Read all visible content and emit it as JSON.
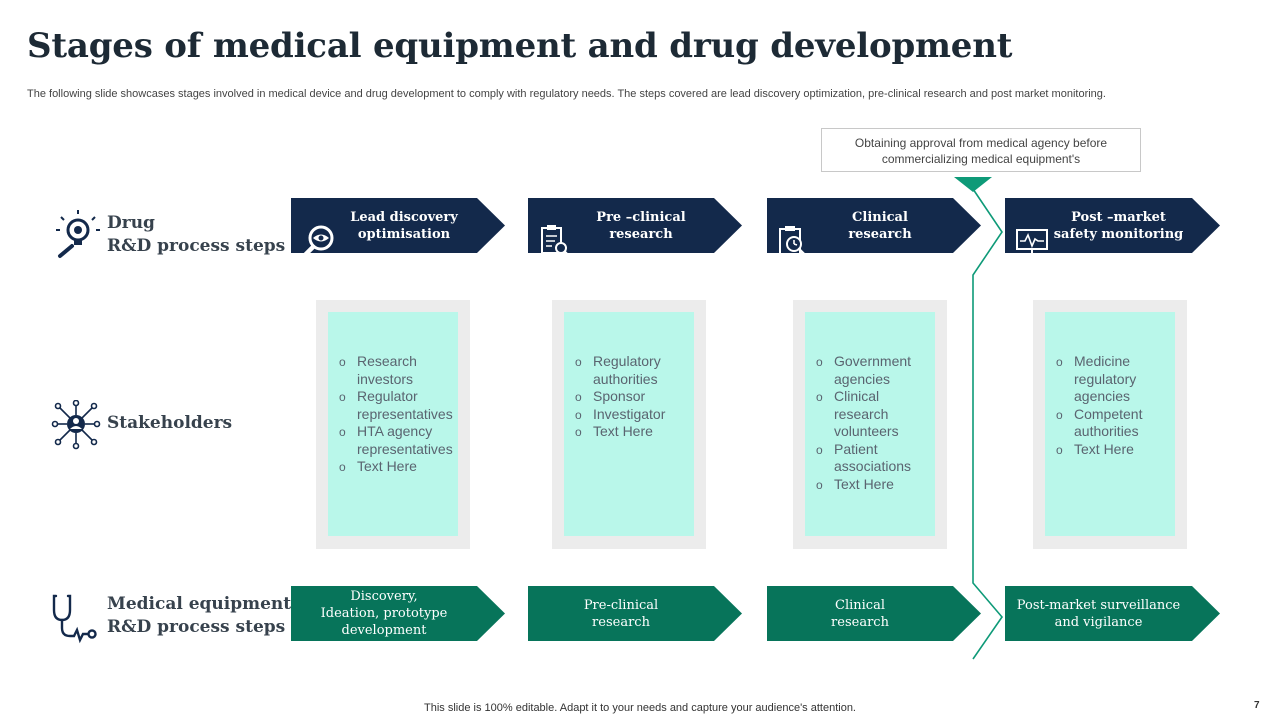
{
  "slide": {
    "title": "Stages of medical equipment and drug development",
    "subtitle": "The following slide showcases stages involved in medical device and drug development to comply with regulatory needs. The steps covered are lead discovery optimization, pre-clinical research and post market monitoring.",
    "callout": "Obtaining approval  from medical agency before commercializing medical equipment's",
    "footer": "This slide is 100% editable. Adapt it to your needs and capture your audience's attention.",
    "page_number": "7"
  },
  "rows": {
    "drug_label": "Drug\nR&D process steps",
    "stakeholders_label": "Stakeholders",
    "medical_label": "Medical equipment\nR&D process steps"
  },
  "drug_steps": [
    {
      "label": "Lead discovery\noptimisation",
      "icon": "magnifier-eye-icon"
    },
    {
      "label": "Pre –clinical\nresearch",
      "icon": "clipboard-search-icon"
    },
    {
      "label": "Clinical\nresearch",
      "icon": "clipboard-clock-icon"
    },
    {
      "label": "Post –market\nsafety monitoring",
      "icon": "monitor-pulse-icon"
    }
  ],
  "stakeholders": [
    {
      "items": [
        "Research investors",
        "Regulator representatives",
        "HTA agency representatives",
        "Text Here"
      ]
    },
    {
      "items": [
        "Regulatory authorities",
        "Sponsor",
        "Investigator",
        "Text Here"
      ]
    },
    {
      "items": [
        "Government agencies",
        "Clinical research volunteers",
        "Patient associations",
        "Text Here"
      ]
    },
    {
      "items": [
        "Medicine regulatory agencies",
        "Competent authorities",
        "Text Here"
      ]
    }
  ],
  "medical_steps": [
    {
      "label": "Discovery,\nIdeation, prototype\ndevelopment"
    },
    {
      "label": "Pre-clinical\nresearch"
    },
    {
      "label": "Clinical\nresearch"
    },
    {
      "label": "Post-market surveillance\nand vigilance"
    }
  ],
  "colors": {
    "navy": "#13294b",
    "green": "#07745a",
    "accent": "#0e9a78",
    "panel": "#b9f7ea"
  }
}
